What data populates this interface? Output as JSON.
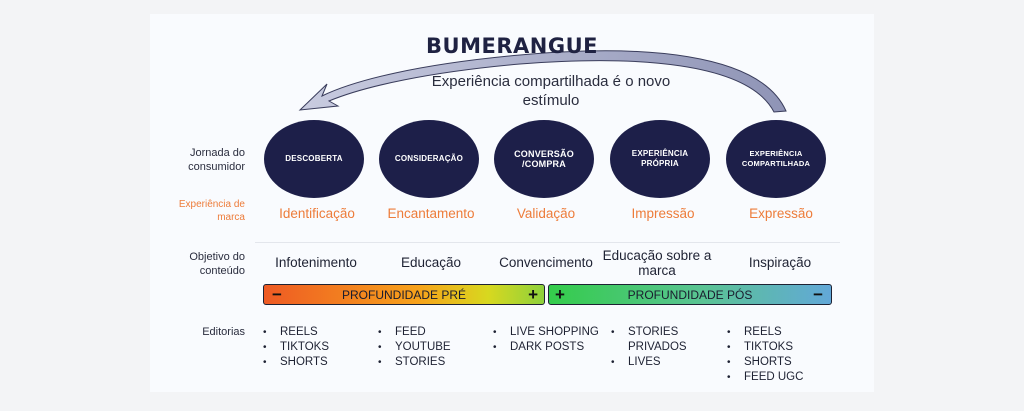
{
  "title": "BUMERANGUE",
  "subtitle": "Experiência compartilhada é o novo estímulo",
  "row_labels": {
    "journey": "Jornada do consumidor",
    "brand_experience": "Experiência de marca",
    "objective": "Objetivo do conteúdo",
    "editorials": "Editorias"
  },
  "stages": [
    {
      "name": "DESCOBERTA",
      "brand_experience": "Identificação",
      "objective": "Infotenimento",
      "editorials": [
        "REELS",
        "TIKTOKS",
        "SHORTS"
      ]
    },
    {
      "name": "CONSIDERAÇÃO",
      "brand_experience": "Encantamento",
      "objective": "Educação",
      "editorials": [
        "FEED",
        "YOUTUBE",
        "STORIES"
      ]
    },
    {
      "name": "CONVERSÃO /COMPRA",
      "brand_experience": "Validação",
      "objective": "Convencimento",
      "editorials": [
        "LIVE SHOPPING",
        "DARK POSTS"
      ]
    },
    {
      "name": "EXPERIÊNCIA PRÓPRIA",
      "brand_experience": "Impressão",
      "objective": "Educação sobre a marca",
      "editorials": [
        "STORIES PRIVADOS",
        "LIVES"
      ]
    },
    {
      "name": "EXPERIÊNCIA COMPARTILHADA",
      "brand_experience": "Expressão",
      "objective": "Inspiração",
      "editorials": [
        "REELS",
        "TIKTOKS",
        "SHORTS",
        "FEED UGC"
      ]
    }
  ],
  "bars": {
    "pre": {
      "label": "PROFUNDIDADE PRÉ",
      "left_symbol": "−",
      "right_symbol": "+"
    },
    "pos": {
      "label": "PROFUNDIDADE PÓS",
      "left_symbol": "+",
      "right_symbol": "−"
    }
  },
  "colors": {
    "stage_fill": "#1d1f49",
    "brand_text": "#ed7c3a",
    "arrow_fill": "#9ea3c4"
  }
}
